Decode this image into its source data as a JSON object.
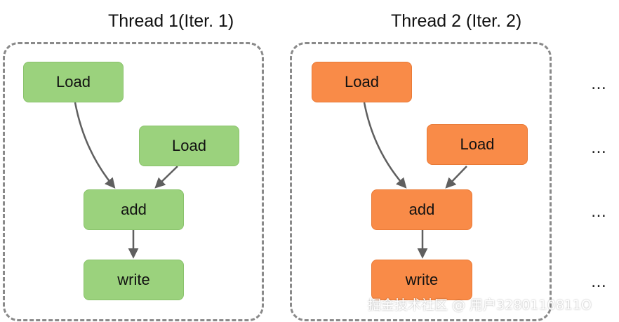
{
  "threads": [
    {
      "title": "Thread 1(Iter. 1)",
      "color": "#9bd27d",
      "nodes": {
        "load_a": "Load",
        "load_b": "Load",
        "add": "add",
        "write": "write"
      }
    },
    {
      "title": "Thread 2 (Iter. 2)",
      "color": "#f98b48",
      "nodes": {
        "load_a": "Load",
        "load_b": "Load",
        "add": "add",
        "write": "write"
      }
    }
  ],
  "continuation": [
    "…",
    "…",
    "…",
    "…"
  ],
  "watermark": "掘金技术社区 @ 用户3280110811O",
  "edge_color": "#5f5f5f"
}
